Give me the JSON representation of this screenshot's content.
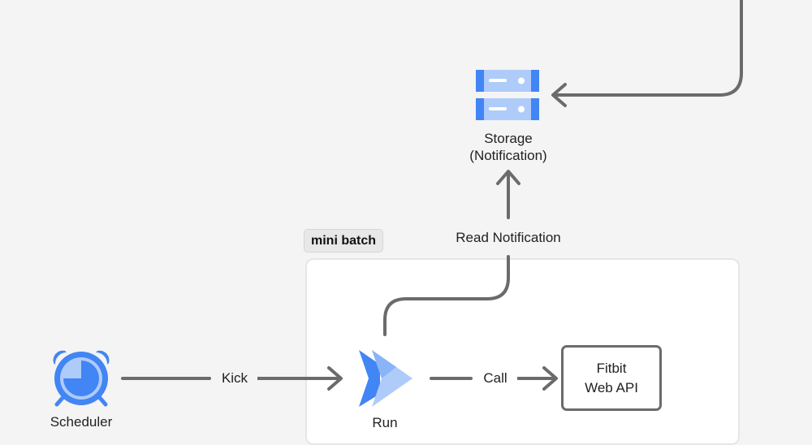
{
  "nodes": {
    "storage": {
      "line1": "Storage",
      "line2": "(Notification)"
    },
    "scheduler": {
      "label": "Scheduler"
    },
    "run": {
      "label": "Run"
    },
    "api": {
      "line1": "Fitbit",
      "line2": "Web API"
    }
  },
  "group": {
    "label": "mini batch"
  },
  "edges": {
    "read_notification": "Read Notification",
    "kick": "Kick",
    "call": "Call"
  },
  "icons": {
    "storage": "storage-icon",
    "scheduler": "alarm-clock-icon",
    "run": "cloud-run-icon"
  },
  "colors": {
    "arrow": "#6b6b6b",
    "blue_dark": "#4285f4",
    "blue_light": "#aecbfa"
  }
}
